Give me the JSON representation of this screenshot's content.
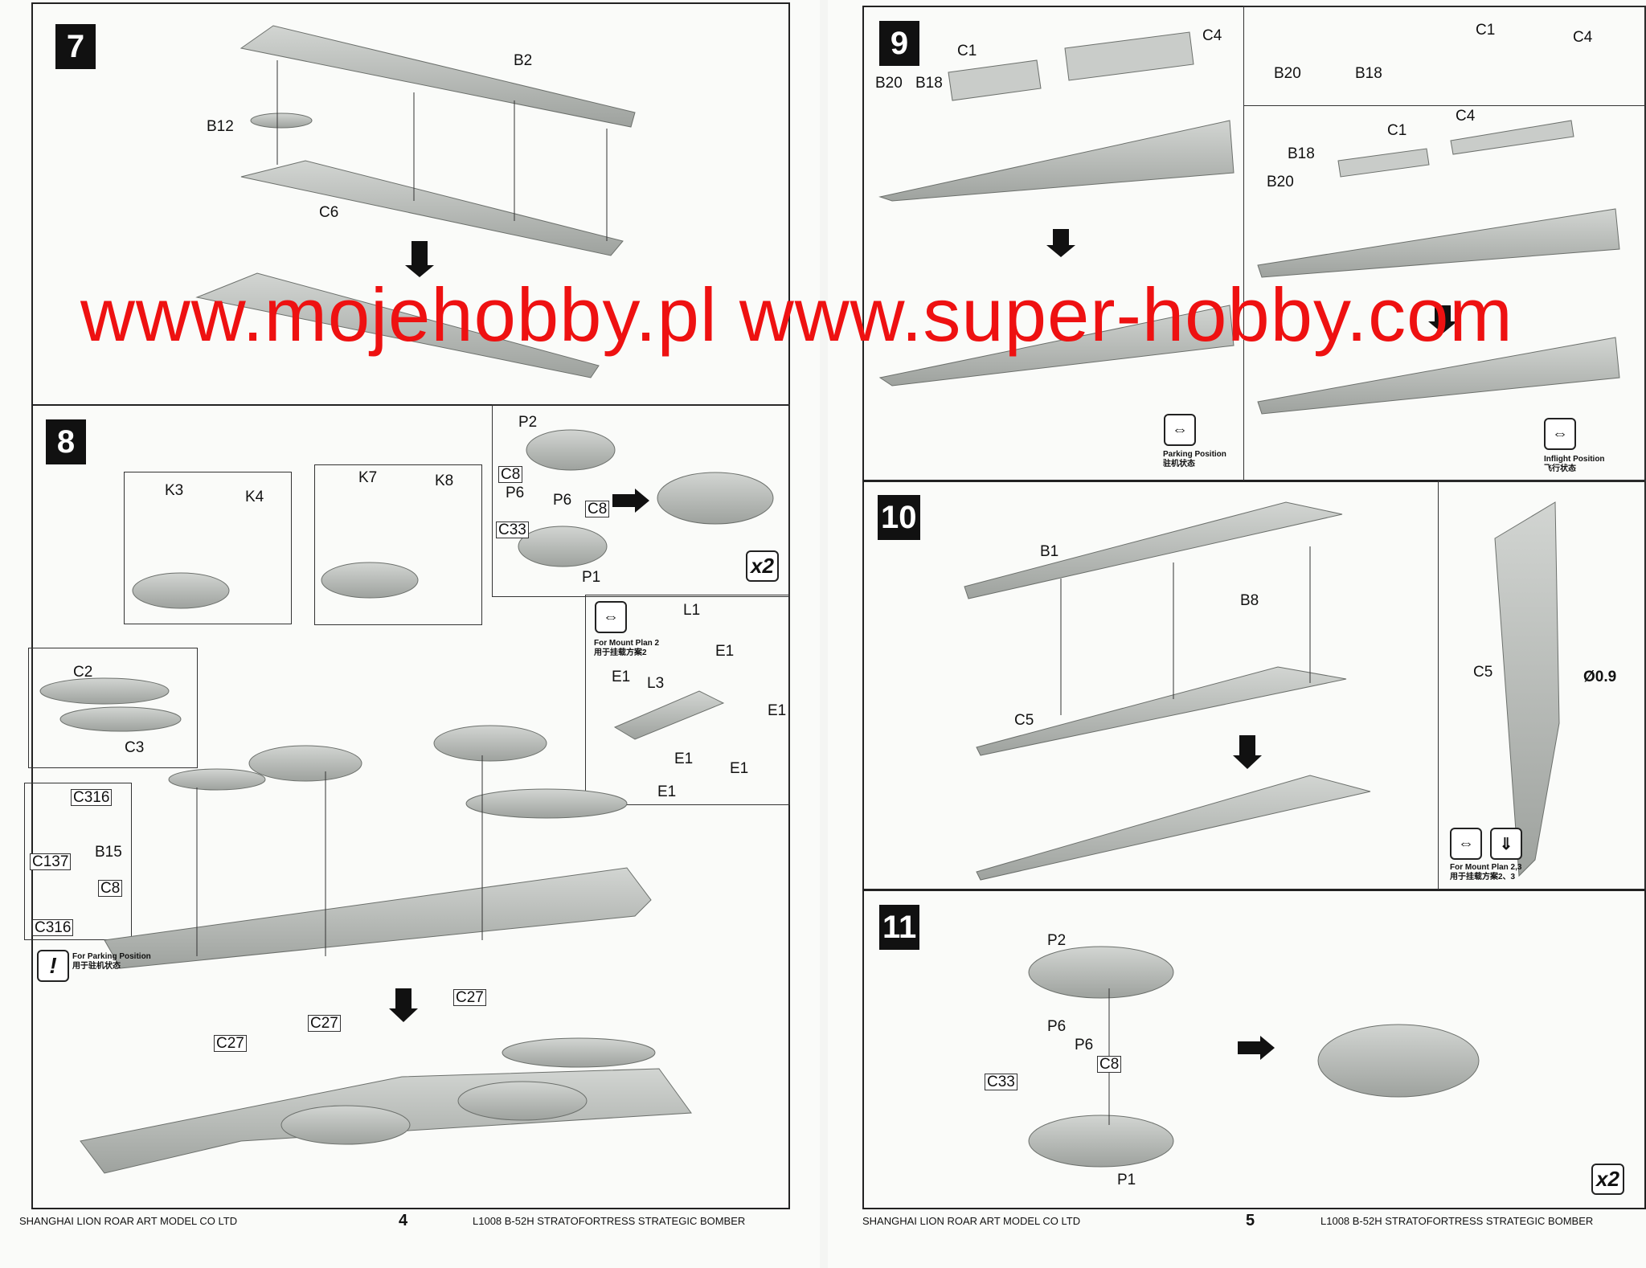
{
  "steps": {
    "s7": {
      "number": "7",
      "labels": [
        "B2",
        "B12",
        "C6"
      ]
    },
    "s8": {
      "number": "8",
      "labels": [
        "K3",
        "K4",
        "K7",
        "K8",
        "P2",
        "C8",
        "P6",
        "P6",
        "C8",
        "C33",
        "P1",
        "L1",
        "E1",
        "E1",
        "L3",
        "E1",
        "E1",
        "E1",
        "E1",
        "C2",
        "C3",
        "C316",
        "B15",
        "C137",
        "C8",
        "C316",
        "C27",
        "C27",
        "C27"
      ],
      "multiplier": "x2",
      "mount_note_en": "For Mount Plan 2",
      "mount_note_cn": "用于挂载方案2",
      "parking_note_en": "For Parking Position",
      "parking_note_cn": "用于驻机状态"
    },
    "s9": {
      "number": "9",
      "labels": [
        "C1",
        "C4",
        "B20",
        "B18",
        "B20",
        "B18",
        "C1",
        "C4",
        "C1",
        "C4",
        "B18",
        "B20"
      ],
      "parking_en": "Parking Position",
      "parking_cn": "驻机状态",
      "inflight_en": "Inflight Position",
      "inflight_cn": "飞行状态"
    },
    "s10": {
      "number": "10",
      "labels": [
        "B1",
        "B8",
        "C5",
        "C5",
        "Ø0.9"
      ],
      "mount_note_en": "For Mount Plan 2,3",
      "mount_note_cn": "用于挂载方案2、3"
    },
    "s11": {
      "number": "11",
      "labels": [
        "P2",
        "P6",
        "P6",
        "C8",
        "C33",
        "P1"
      ],
      "multiplier": "x2"
    }
  },
  "footer": {
    "company": "SHANGHAI LION ROAR ART MODEL CO LTD",
    "left_page": "4",
    "right_page": "5",
    "product": "L1008  B-52H  STRATOFORTRESS  STRATEGIC  BOMBER"
  },
  "watermark": "www.mojehobby.pl  www.super-hobby.com",
  "colors": {
    "part_gray": "#b9bcb9",
    "watermark": "#ee1111"
  }
}
